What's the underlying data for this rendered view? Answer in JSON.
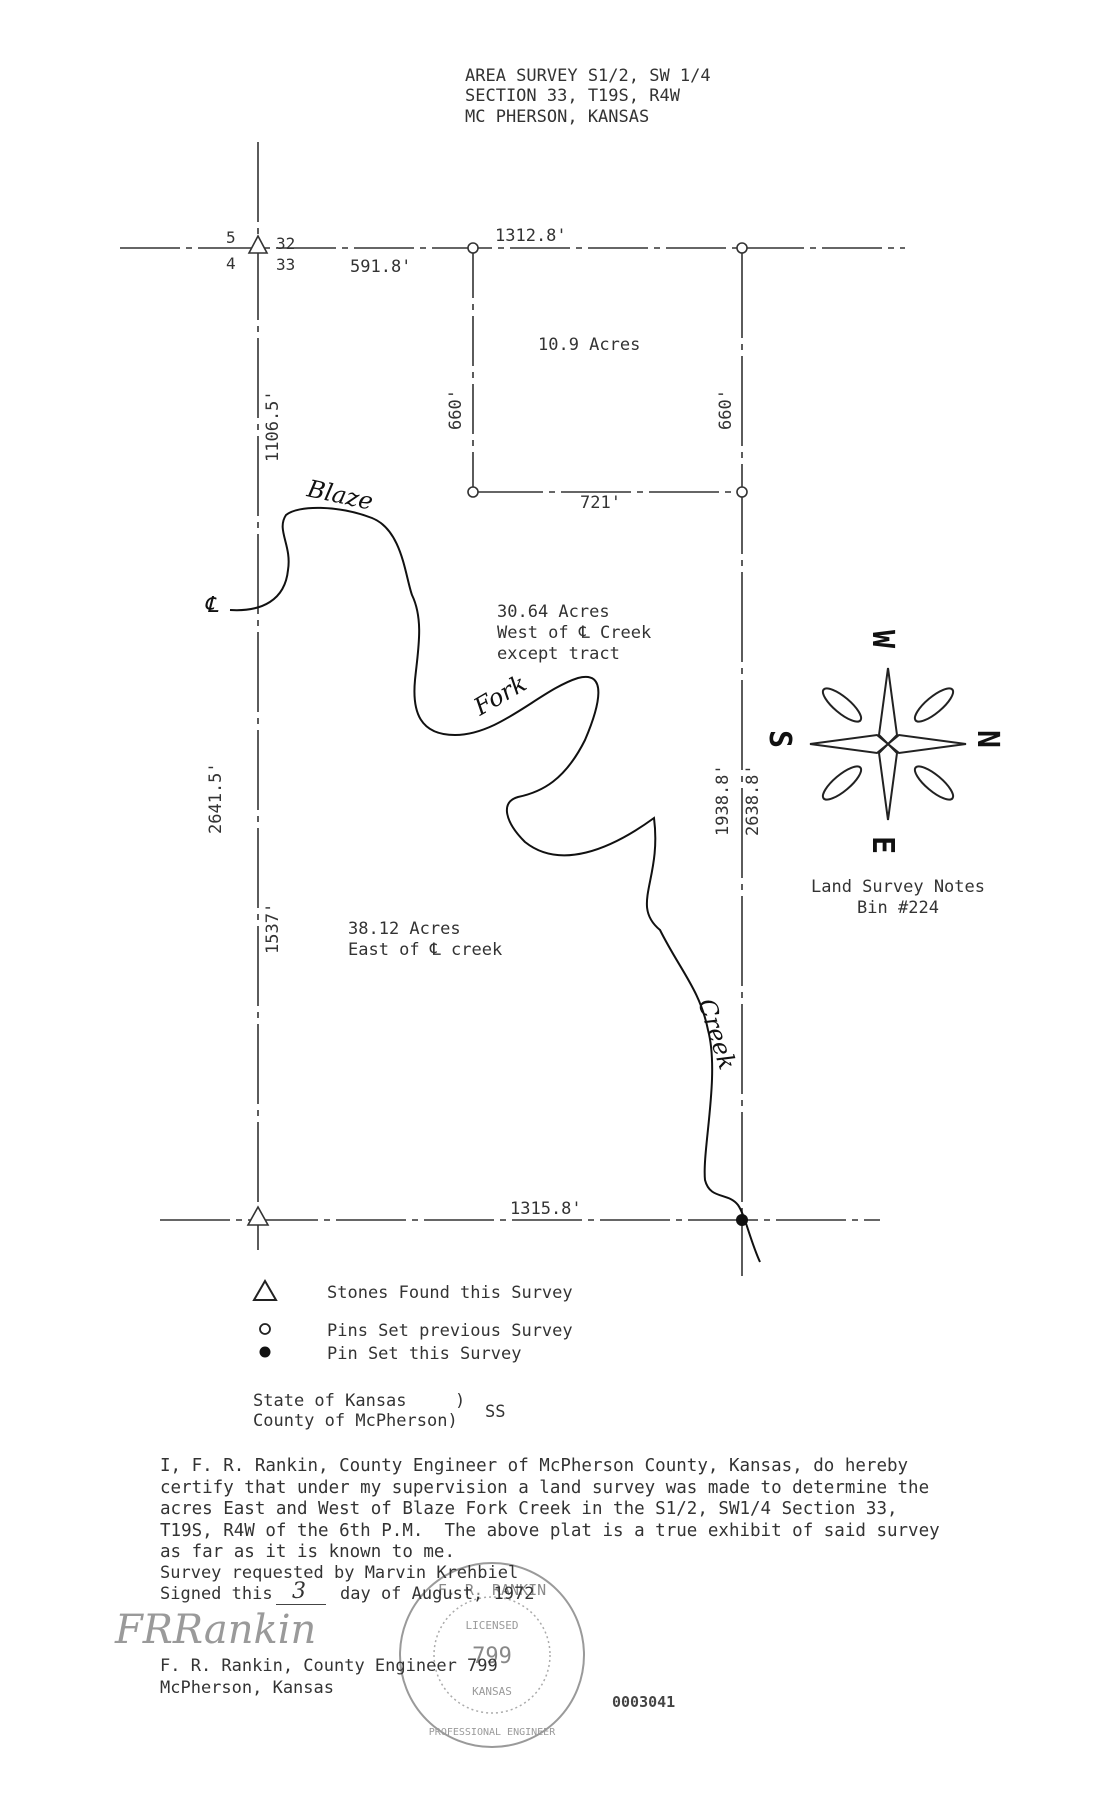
{
  "header": {
    "line1": "AREA SURVEY S1/2, SW 1/4",
    "line2": "SECTION 33, T19S, R4W",
    "line3": "MC PHERSON, KANSAS"
  },
  "plat": {
    "section_corner": {
      "nw": "5",
      "ne": "32",
      "sw": "4",
      "se": "33"
    },
    "dimensions": {
      "top_offset": "591.8'",
      "top_tract": "1312.8'",
      "tract_left": "660'",
      "tract_right": "660'",
      "tract_bottom": "721'",
      "west_upper": "1106.5'",
      "west_lower": "1537'",
      "west_total": "2641.5'",
      "east_lower": "1938.8'",
      "east_total": "2638.8'",
      "bottom": "1315.8'"
    },
    "areas": {
      "tract": "10.9 Acres",
      "west_line1": "30.64 Acres",
      "west_line2": "West of ℄ Creek",
      "west_line3": "except tract",
      "east_line1": "38.12 Acres",
      "east_line2": "East of ℄ creek"
    },
    "creek_labels": {
      "word1": "Blaze",
      "word2": "Fork",
      "word3": "Creek",
      "centerline": "℄"
    },
    "compass": {
      "north": "N",
      "south": "S",
      "east": "E",
      "west": "W"
    },
    "notes": {
      "line1": "Land Survey Notes",
      "line2": "Bin #224"
    }
  },
  "legend": [
    {
      "symbol": "triangle",
      "label": "Stones Found this Survey"
    },
    {
      "symbol": "open-circle",
      "label": "Pins Set previous Survey"
    },
    {
      "symbol": "filled-circle",
      "label": "Pin Set this Survey"
    }
  ],
  "venue": {
    "state": "State of Kansas",
    "county": "County of McPherson)",
    "paren": ")",
    "ss": "SS"
  },
  "certificate": [
    "I, F. R. Rankin, County Engineer of McPherson County, Kansas, do hereby",
    "certify that under my supervision a land survey was made to determine the",
    "acres East and West of Blaze Fork Creek in the S1/2, SW1/4 Section 33,",
    "T19S, R4W of the 6th P.M.  The above plat is a true exhibit of said survey",
    "as far as it is known to me."
  ],
  "signature_block": {
    "requested": "Survey requested by Marvin Krehbiel",
    "signed_prefix": "Signed this",
    "signed_day": "3",
    "signed_suffix": "day of August, 1972",
    "signature": "FRRankin",
    "name": "F. R. Rankin, County Engineer 799",
    "location": "McPherson, Kansas"
  },
  "seal": {
    "top": "F. R. RANKIN",
    "middle1": "LICENSED",
    "middle2": "KANSAS",
    "number": "799",
    "bottom": "PROFESSIONAL ENGINEER"
  },
  "stamp": {
    "text": "0003041"
  }
}
